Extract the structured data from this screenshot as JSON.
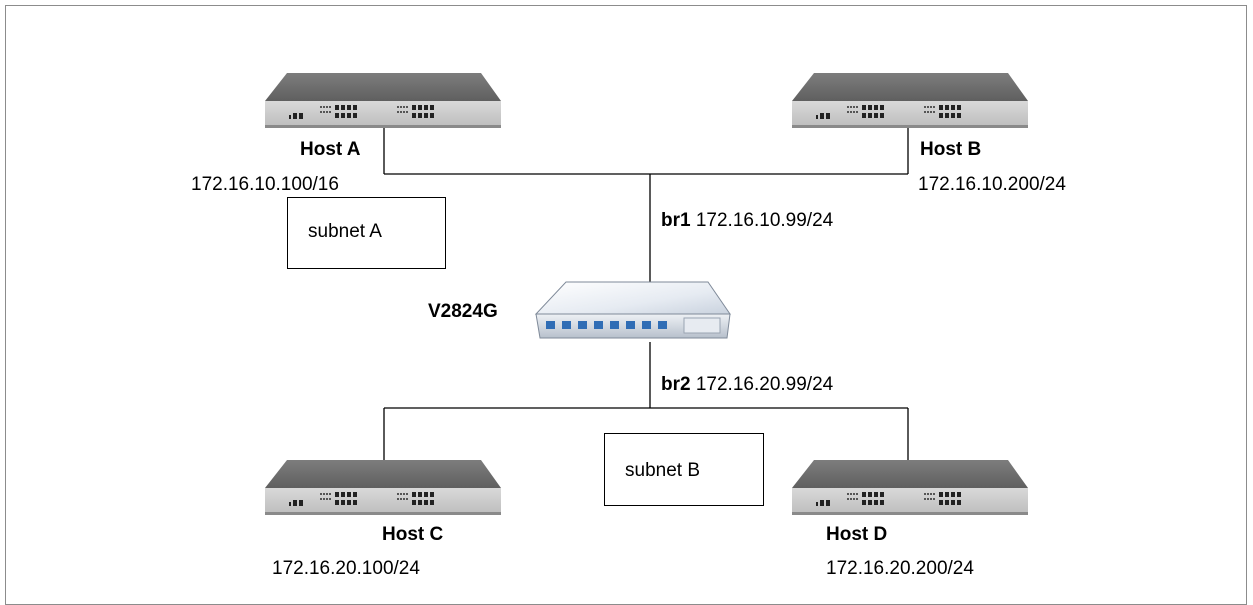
{
  "hosts": [
    {
      "name": "Host A",
      "ip": "172.16.10.100/16"
    },
    {
      "name": "Host B",
      "ip": "172.16.10.200/24"
    },
    {
      "name": "Host C",
      "ip": "172.16.20.100/24"
    },
    {
      "name": "Host D",
      "ip": "172.16.20.200/24"
    }
  ],
  "switch": {
    "name": "V2824G"
  },
  "bridges": [
    {
      "name": "br1",
      "ip": "172.16.10.99/24"
    },
    {
      "name": "br2",
      "ip": "172.16.20.99/24"
    }
  ],
  "subnets": [
    "subnet A",
    "subnet B"
  ]
}
